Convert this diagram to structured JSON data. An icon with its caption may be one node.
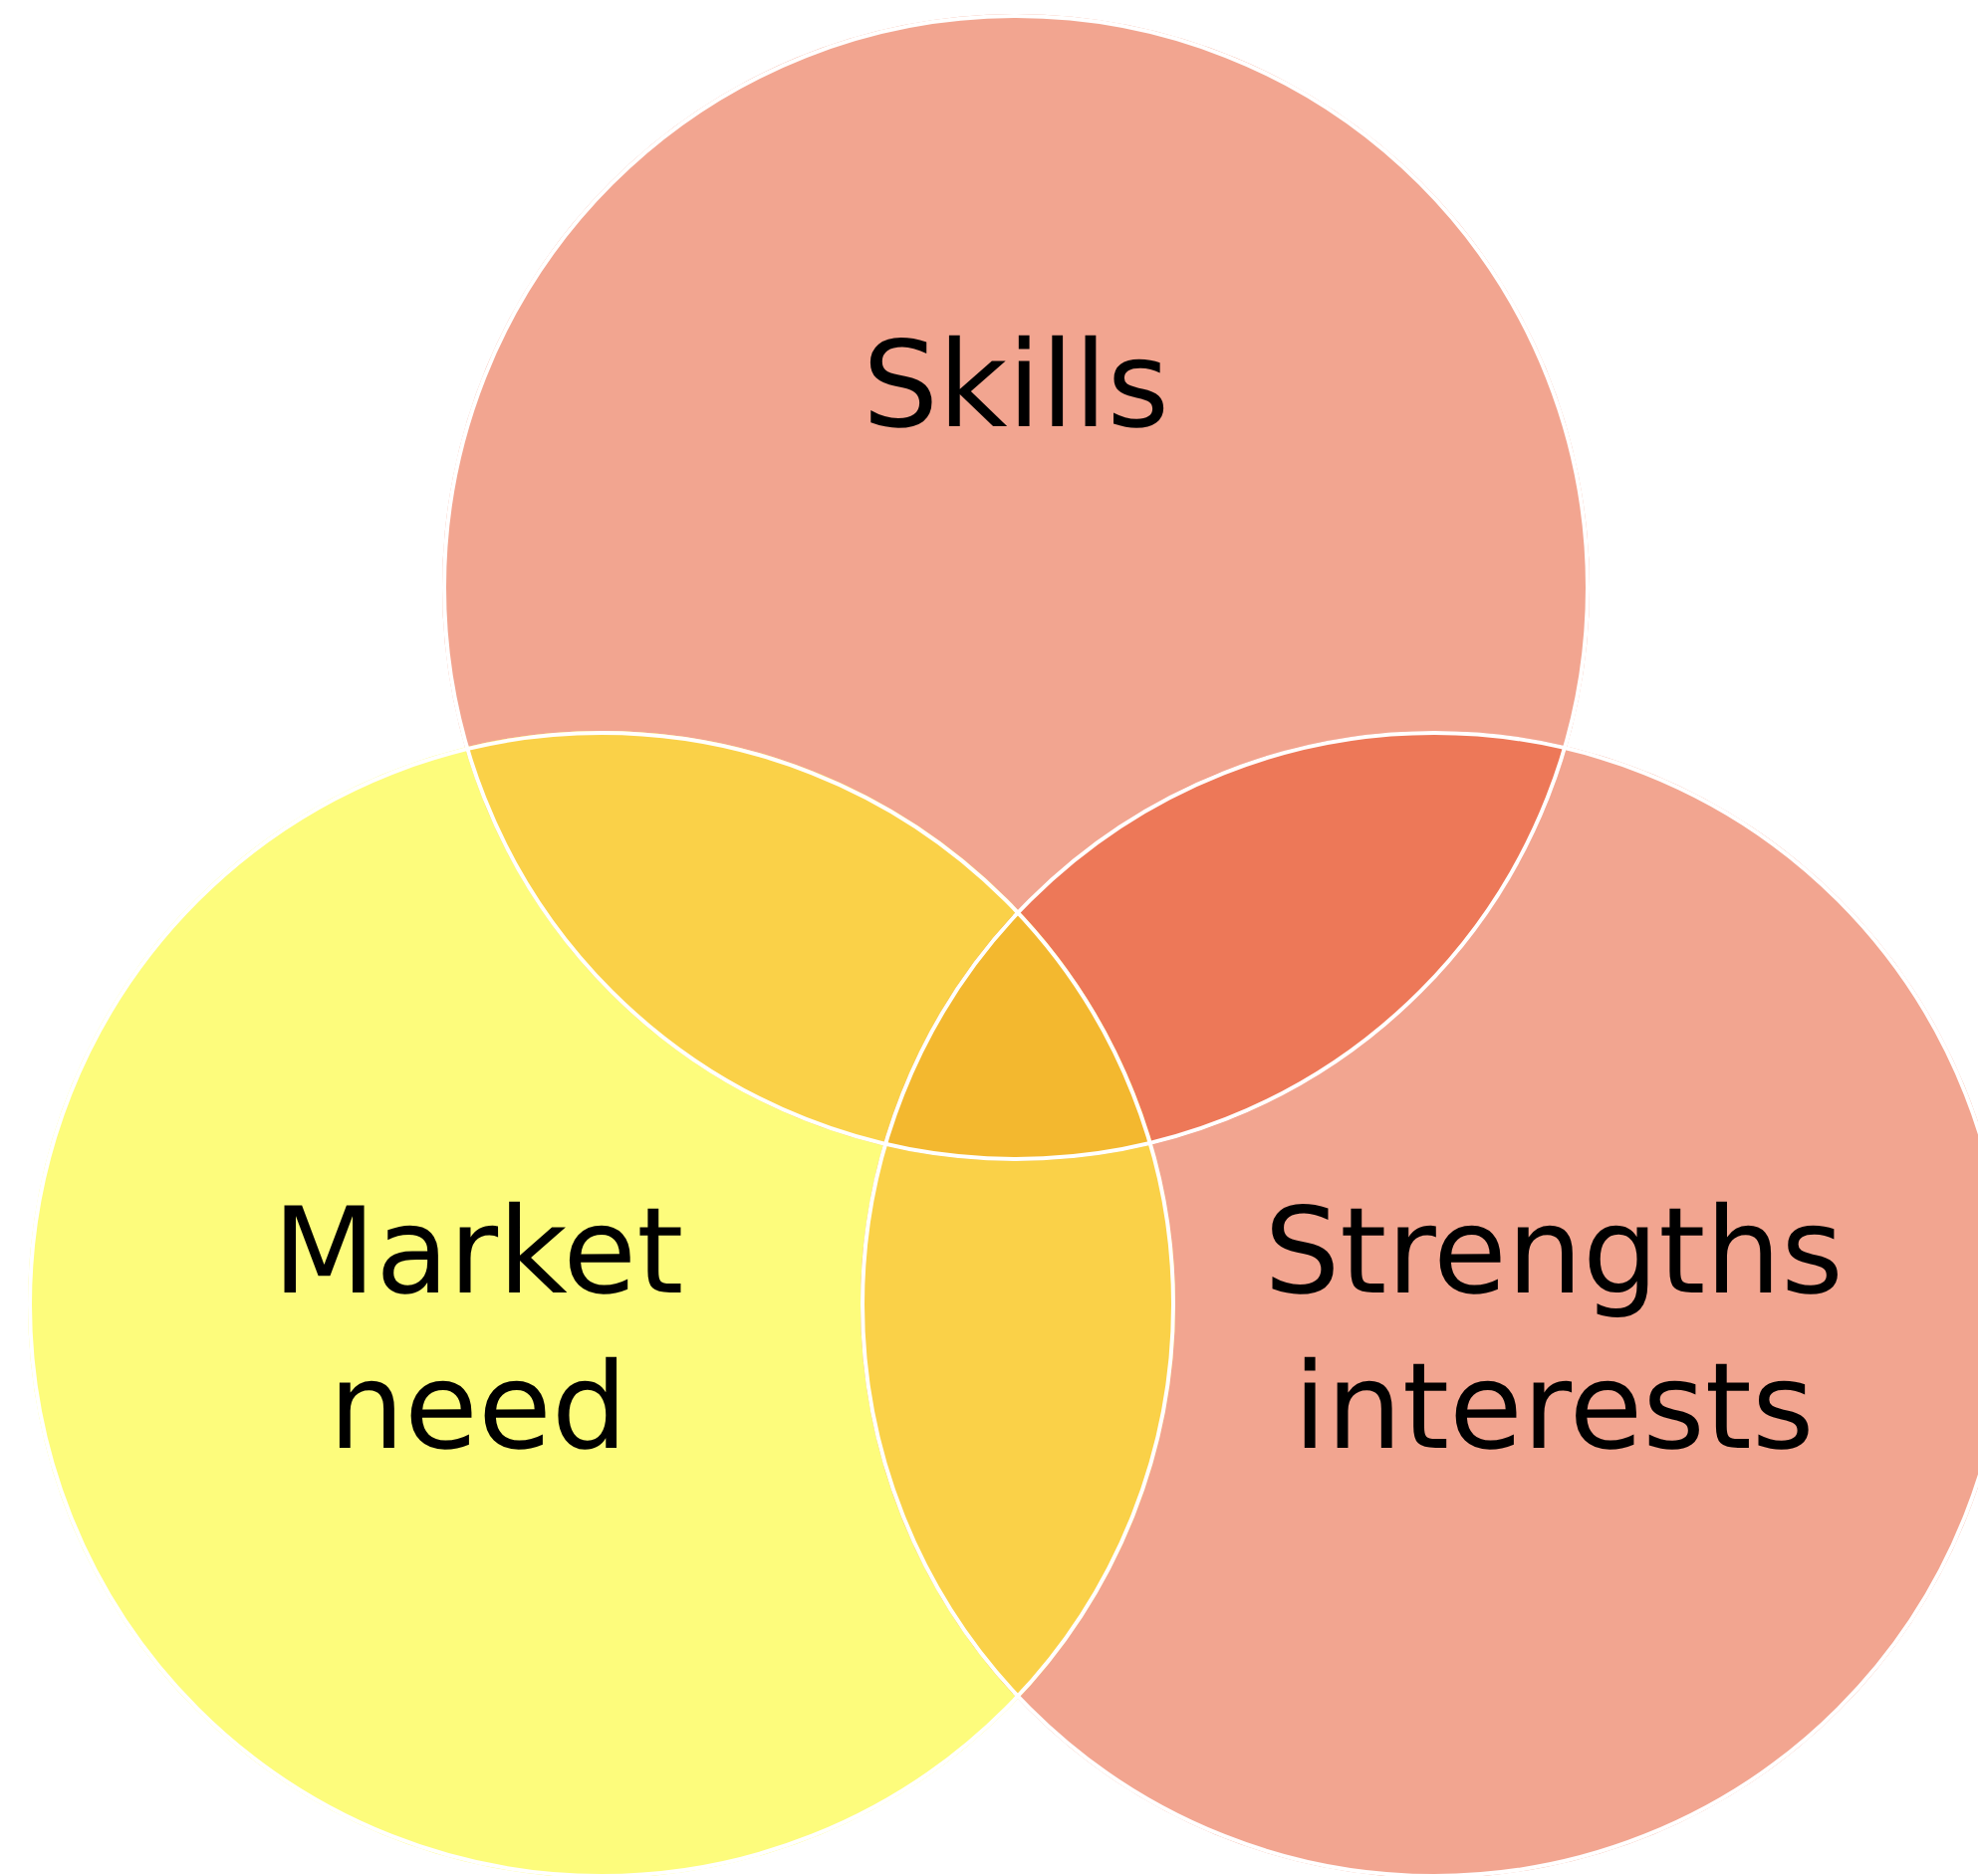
{
  "diagram": {
    "nodes": [
      {
        "text": [
          "Skills"
        ]
      },
      {
        "text": [
          "Market need"
        ]
      },
      {
        "text": [
          "Strengths interests"
        ]
      }
    ]
  }
}
